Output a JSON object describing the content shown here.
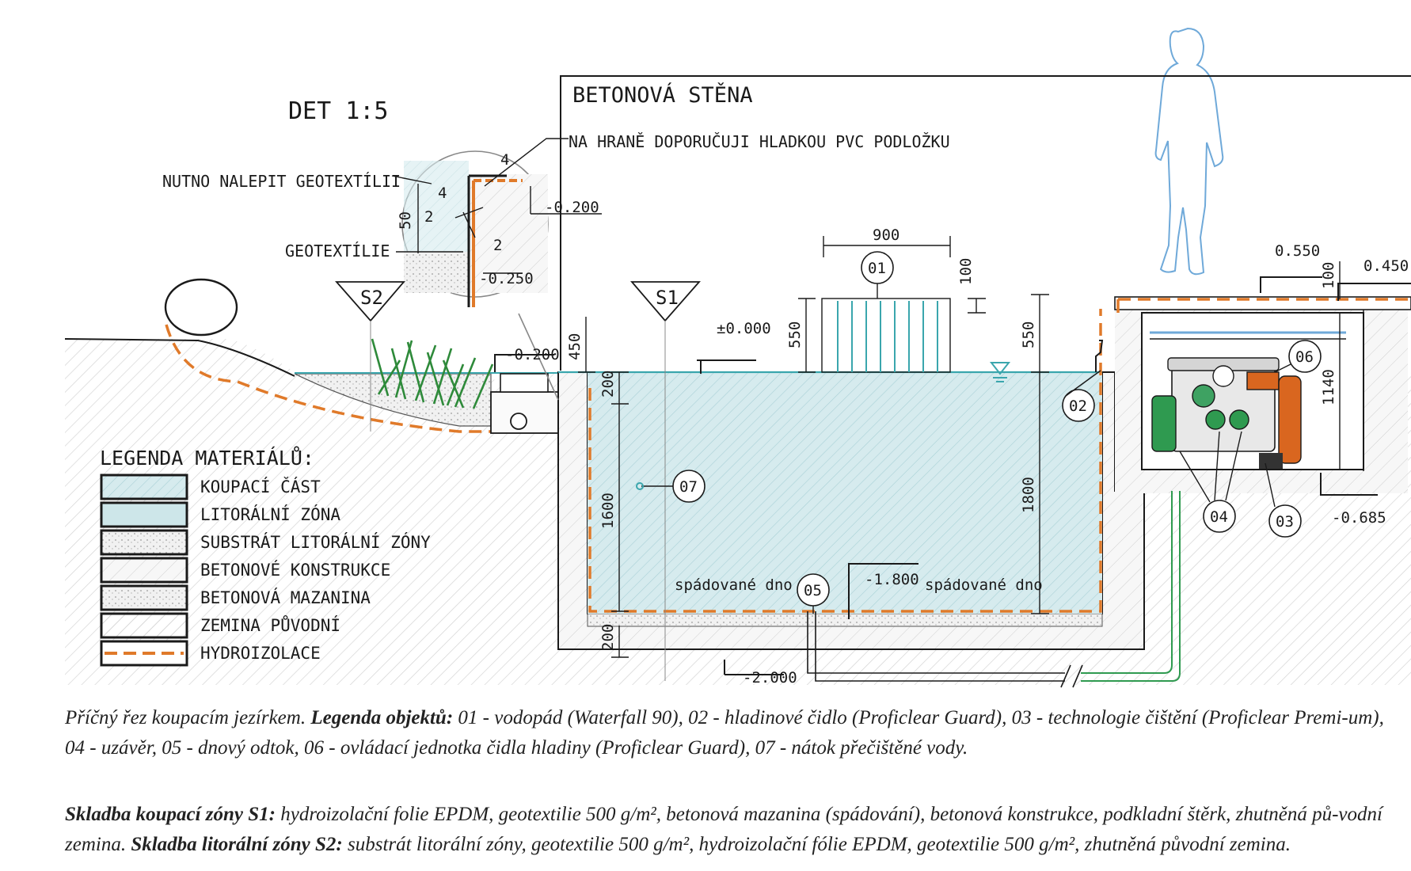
{
  "detail": {
    "title": "DET 1:5",
    "wall_title": "BETONOVÁ STĚNA",
    "wall_note": "NA HRANĚ DOPORUČUJI HLADKOU PVC PODLOŽKU",
    "geotextile_note": "NUTNO NALEPIT GEOTEXTÍLII",
    "geotextile_label": "GEOTEXTÍLIE",
    "dim_50": "50",
    "dim_2a": "2",
    "dim_2b": "2",
    "dim_4a": "4",
    "dim_4b": "4",
    "level_m0200": "-0.200",
    "level_m0250": "-0.250"
  },
  "sections": {
    "s1": "S1",
    "s2": "S2"
  },
  "levels": {
    "zero": "±0.000",
    "m0200": "-0.200",
    "m1800": "-1.800",
    "m2000": "-2.000",
    "p0550": "0.550",
    "p0450": "0.450",
    "m0685": "-0.685"
  },
  "dimensions": {
    "w900": "900",
    "h100a": "100",
    "h550a": "550",
    "h550b": "550",
    "h450": "450",
    "h200a": "200",
    "h1600": "1600",
    "h1800": "1800",
    "h200b": "200",
    "h100b": "100",
    "h1140": "1140"
  },
  "bottom_labels": {
    "left": "spádované dno",
    "right": "spádované dno"
  },
  "markers": [
    "01",
    "02",
    "03",
    "04",
    "05",
    "06",
    "07"
  ],
  "legend": {
    "title": "LEGENDA MATERIÁLŮ:",
    "items": [
      {
        "label": "KOUPACÍ ČÁST",
        "fill": "#cfe6e8"
      },
      {
        "label": "LITORÁLNÍ ZÓNA",
        "fill": "#b9dde0"
      },
      {
        "label": "SUBSTRÁT LITORÁLNÍ ZÓNY",
        "fill": "#eeeeee"
      },
      {
        "label": "BETONOVÉ KONSTRUKCE",
        "fill": "#f4f4f4"
      },
      {
        "label": "BETONOVÁ MAZANINA",
        "fill": "#e6e6e6"
      },
      {
        "label": "ZEMINA PŮVODNÍ",
        "fill": "#fafafa"
      },
      {
        "label": "HYDROIZOLACE",
        "fill": "#e07a2a"
      }
    ]
  },
  "caption": {
    "p1_a": "Příčný řez koupacím jezírkem. ",
    "p1_b": "Legenda objektů:",
    "p1_c": " 01 - vodopád (Waterfall 90), 02 - hladinové čidlo (Proficlear Guard), 03 - technologie čištění (Proficlear Premi-um), 04 - uzávěr, 05 - dnový odtok, 06 - ovládací jednotka čidla hladiny (Proficlear Guard), 07 - nátok přečištěné vody.",
    "p2_a": "Skladba koupací zóny S1:",
    "p2_b": " hydroizolační folie EPDM, geotextilie 500 g/m², betonová mazanina (spádování), betonová konstrukce, podkladní štěrk, zhutněná pů-vodní zemina. ",
    "p2_c": "Skladba litorální zóny S2:",
    "p2_d": " substrát litorální zóny, geotextilie 500 g/m², hydroizolační fólie EPDM, geotextilie 500 g/m², zhutněná původní zemina."
  },
  "colors": {
    "water": "#d4eaec",
    "water_line": "#3aa6ad",
    "insulation": "#e07a2a",
    "plants": "#2e8a3a",
    "person": "#6fa9d9",
    "pipe_green": "#2f9a50",
    "filter_orange": "#d9661f"
  }
}
